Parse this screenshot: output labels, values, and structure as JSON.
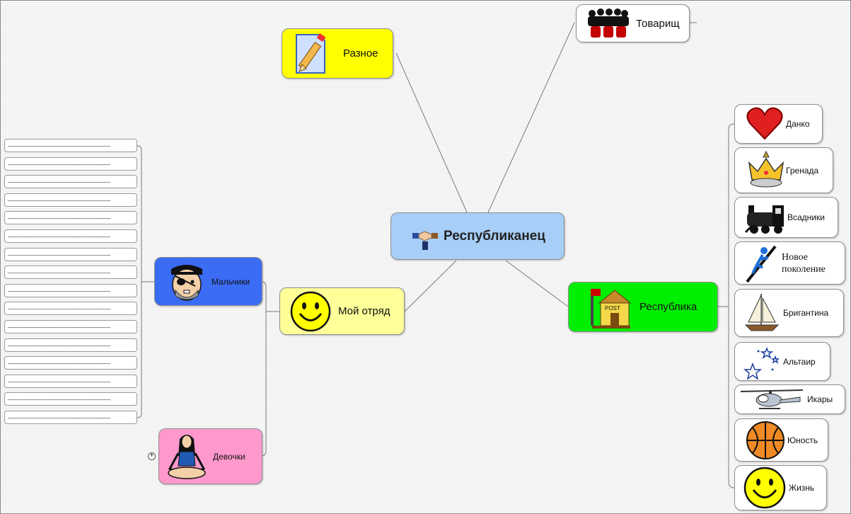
{
  "central": {
    "label": "Республиканец",
    "icon": "handshake-icon"
  },
  "topics": {
    "raznoe": {
      "label": "Разное",
      "icon": "pencil-paper-icon",
      "color": "#ffff00"
    },
    "tovarisch": {
      "label": "Товарищ",
      "icon": "people-group-icon",
      "color": "#ffffff"
    },
    "otryad": {
      "label": "Мой отряд",
      "icon": "smiley-icon",
      "color": "#ffff99"
    },
    "respublika": {
      "label": "Республика",
      "icon": "post-office-icon",
      "color": "#00ee00"
    }
  },
  "subtopics": {
    "malchiki": {
      "label": "Мальчики",
      "icon": "pirate-icon",
      "color": "#3366ff"
    },
    "devochki": {
      "label": "Девочки",
      "icon": "meditating-girl-icon",
      "color": "#ff99cc"
    }
  },
  "respublika_children": [
    {
      "label": "Данко",
      "icon": "heart-icon"
    },
    {
      "label": "Гренада",
      "icon": "crown-icon"
    },
    {
      "label": "Всадники",
      "icon": "locomotive-icon"
    },
    {
      "label": "Новое поколение",
      "icon": "climber-icon"
    },
    {
      "label": "Бригантина",
      "icon": "sailboat-icon"
    },
    {
      "label": "Альтаир",
      "icon": "stars-icon"
    },
    {
      "label": "Икары",
      "icon": "helicopter-icon"
    },
    {
      "label": "Юность",
      "icon": "basketball-icon"
    },
    {
      "label": "Жизнь",
      "icon": "smiley-icon"
    }
  ],
  "blank_entry": "______________________",
  "blank_count": 16,
  "expander_symbol": "+"
}
